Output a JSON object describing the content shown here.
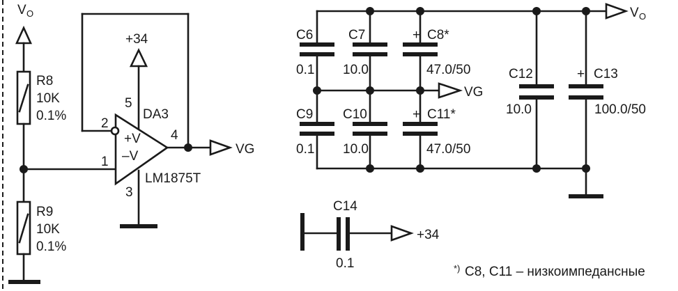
{
  "net_labels": {
    "vo": "V",
    "vo_sub": "O",
    "vg": "VG",
    "plus34": "+34"
  },
  "resistors": [
    {
      "ref": "R8",
      "value": "10K",
      "tolerance": "0.1%"
    },
    {
      "ref": "R9",
      "value": "10K",
      "tolerance": "0.1%"
    }
  ],
  "opamp": {
    "ref": "DA3",
    "part": "LM1875T",
    "pins": [
      "1",
      "2",
      "3",
      "4",
      "5"
    ],
    "plus_rail": "+V",
    "minus_rail": "–V"
  },
  "capacitors": [
    {
      "ref": "C6",
      "value": "0.1"
    },
    {
      "ref": "C7",
      "value": "10.0"
    },
    {
      "ref": "C8*",
      "value": "47.0/50",
      "polarized": true
    },
    {
      "ref": "C9",
      "value": "0.1"
    },
    {
      "ref": "C10",
      "value": "10.0"
    },
    {
      "ref": "C11*",
      "value": "47.0/50",
      "polarized": true
    },
    {
      "ref": "C12",
      "value": "10.0"
    },
    {
      "ref": "C13",
      "value": "100.0/50",
      "polarized": true
    },
    {
      "ref": "C14",
      "value": "0.1"
    }
  ],
  "polarity_mark": "+",
  "footnote": {
    "marker": "*)",
    "text": "C8, C11 – низкоимпедансные"
  }
}
